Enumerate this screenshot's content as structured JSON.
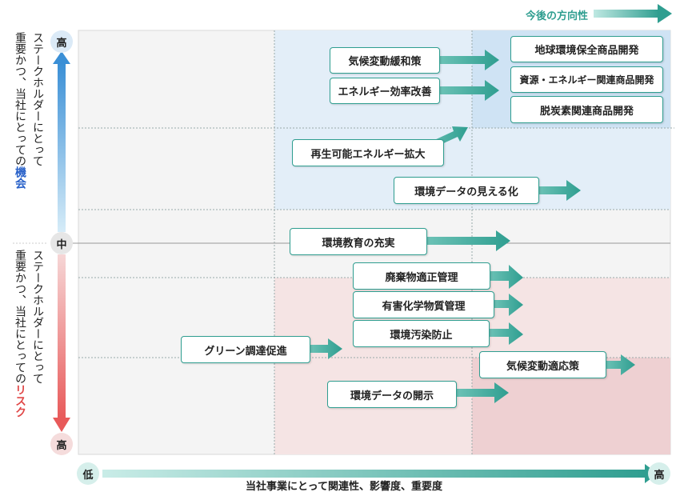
{
  "top_direction": "今後の方向性",
  "y_axis": {
    "top": "高",
    "middle": "中",
    "bottom": "高",
    "opportunity_label_lines": [
      "ステークホルダーにとって",
      "重要かつ、当社にとっての"
    ],
    "opportunity_word": "機会",
    "risk_label_lines": [
      "ステークホルダーにとって",
      "重要かつ、当社にとっての"
    ],
    "risk_word": "リスク"
  },
  "x_axis": {
    "low": "低",
    "high": "高",
    "label": "当社事業にとって関連性、影響度、重要度"
  },
  "items": {
    "kiko_kanwa": "気候変動緩和策",
    "energy_kouritsu": "エネルギー効率改善",
    "saisei": "再生可能エネルギー拡大",
    "env_data_mieru": "環境データの見える化",
    "env_kyoiku": "環境教育の充実",
    "haiki": "廃棄物適正管理",
    "yugai": "有害化学物質管理",
    "osen": "環境汚染防止",
    "green": "グリーン調達促進",
    "kiko_tekio": "気候変動適応策",
    "env_data_kaiji": "環境データの開示"
  },
  "targets": {
    "chikyu": "地球環境保全商品開発",
    "shigen": "資源・エネルギー関連商品開発",
    "datsutanso": "脱炭素関連商品開発"
  },
  "colors": {
    "teal": "#2f9e90",
    "blue": "#2a62c9",
    "red": "#e04848",
    "opportunity_fill": "#e3eef8",
    "opportunity_fill_strong": "#cfe3f4",
    "risk_fill": "#f5e4e4",
    "risk_fill_strong": "#eed0d2",
    "neutral_fill": "#f2f2f2"
  }
}
